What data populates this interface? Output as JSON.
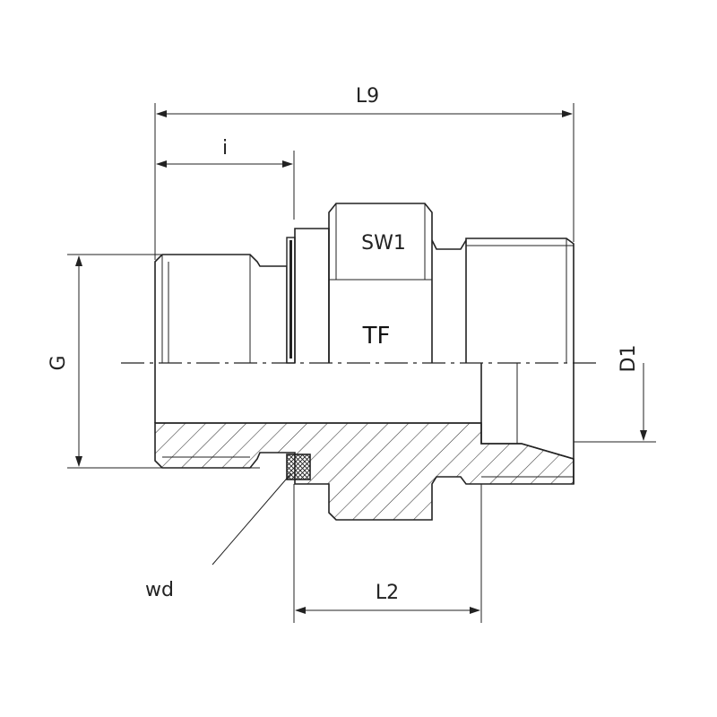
{
  "labels": {
    "l9": "L9",
    "i": "i",
    "sw1": "SW1",
    "tf": "TF",
    "g": "G",
    "d1": "D1",
    "wd": "wd",
    "l2": "L2"
  },
  "colors": {
    "line": "#222222",
    "background": "#ffffff"
  }
}
